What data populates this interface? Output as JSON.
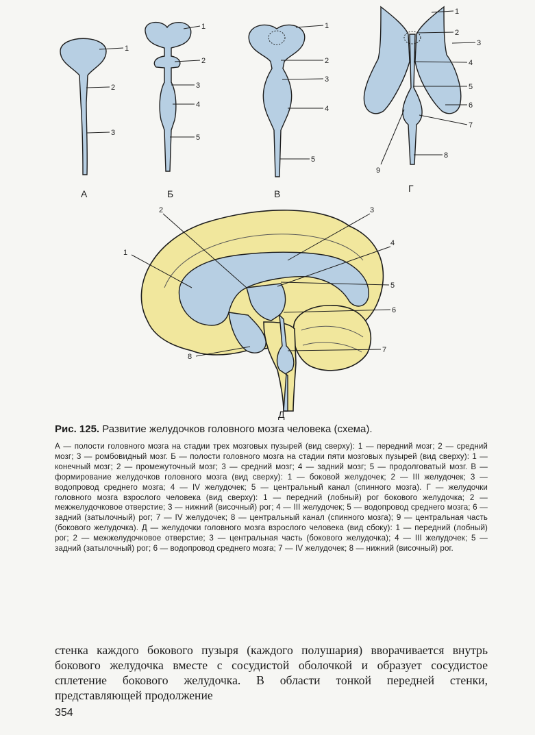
{
  "figure": {
    "panels": {
      "a": {
        "letter": "А",
        "labels": [
          "1",
          "2",
          "3"
        ]
      },
      "b": {
        "letter": "Б",
        "labels": [
          "1",
          "2",
          "3",
          "4",
          "5"
        ]
      },
      "v": {
        "letter": "В",
        "labels": [
          "1",
          "2",
          "3",
          "4",
          "5"
        ]
      },
      "g": {
        "letter": "Г",
        "labels": [
          "1",
          "2",
          "3",
          "4",
          "5",
          "6",
          "7",
          "8",
          "9"
        ]
      },
      "d": {
        "letter": "Д",
        "labels": [
          "1",
          "2",
          "3",
          "4",
          "5",
          "6",
          "7",
          "8"
        ]
      }
    },
    "colors": {
      "cavity": "#b7cfe3",
      "brain": "#f1e79d"
    }
  },
  "caption": {
    "figure_number": "Рис. 125.",
    "title": "Развитие желудочков головного мозга человека (схема).",
    "text": "А — полости головного мозга на стадии трех мозговых пузырей (вид сверху): 1 — передний мозг; 2 — средний мозг; 3 — ромбовидный мозг. Б — полости головного мозга на стадии пяти мозговых пузырей (вид сверху): 1 — конечный мозг; 2 — промежуточный мозг; 3 — средний мозг; 4 — задний мозг; 5 — продолговатый мозг. В — формирование желудочков головного мозга (вид сверху): 1 — боковой желудочек; 2 — III желудочек; 3 — водопровод среднего мозга; 4 — IV желудочек; 5 — центральный канал (спинного мозга). Г — желудочки головного мозга взрослого человека (вид сверху): 1 — передний (лобный) рог бокового желудочка; 2 — межжелудочковое отверстие; 3 — нижний (височный) рог; 4 — III желудочек; 5 — водопровод среднего мозга; 6 — задний (затылочный) рог; 7 — IV желудочек; 8 — центральный канал (спинного мозга); 9 — центральная часть (бокового желудочка). Д — желудочки головного мозга взрослого человека (вид сбоку): 1 — передний (лобный) рог; 2 — межжелудочковое отверстие; 3 — центральная часть (бокового желудочка); 4 — III желудочек; 5 — задний (затылочный) рог; 6 — водопровод среднего мозга; 7 — IV желудочек; 8 — нижний (височный) рог."
  },
  "body_text": "стенка каждого бокового пузыря (каждого полушария) вворачивается внутрь бокового желудочка вместе с сосудистой оболочкой и образует сосудистое сплетение бокового желудочка. В области тонкой передней стенки, представляющей продолжение",
  "page_number": "354"
}
